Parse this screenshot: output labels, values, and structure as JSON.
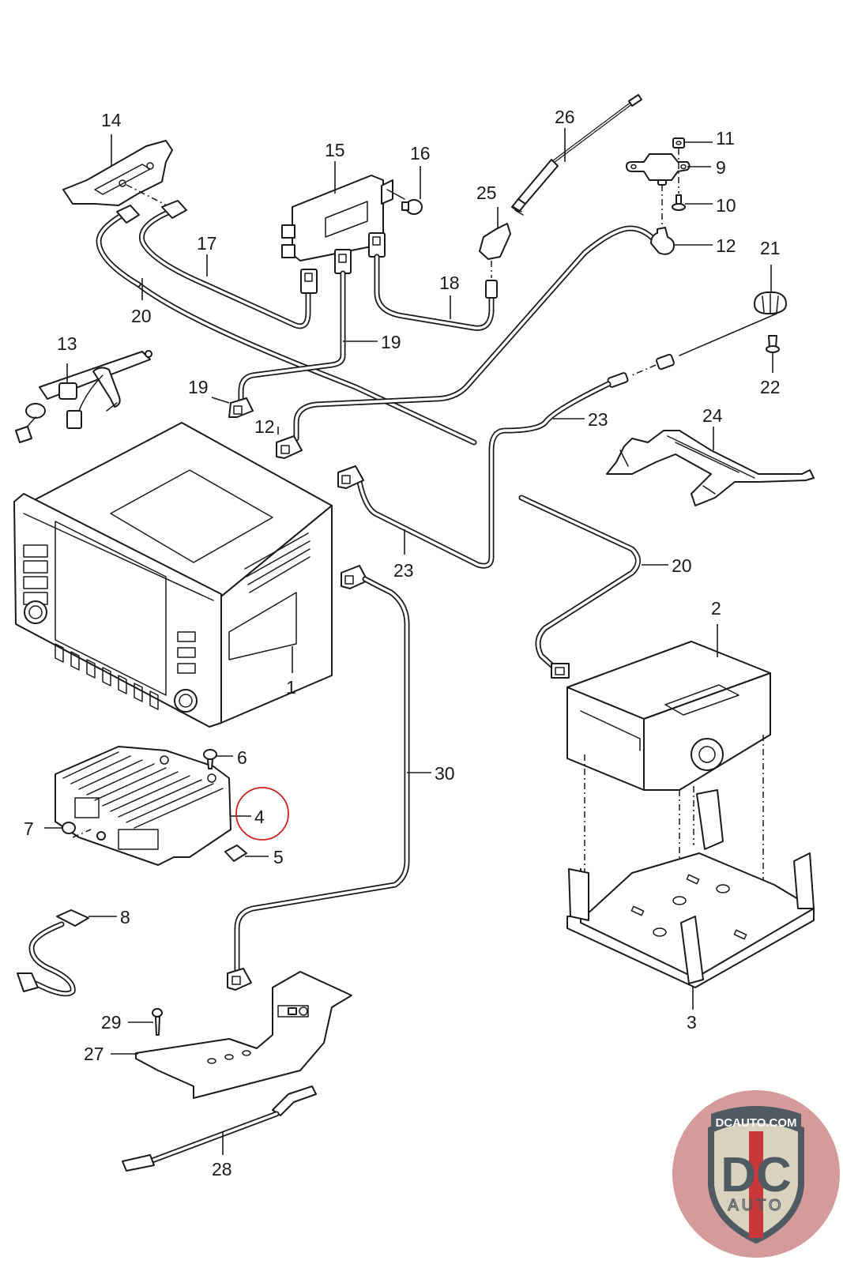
{
  "diagram": {
    "title": "",
    "description": "Exploded parts diagram: infotainment head unit, amplifier, antennas, cables and mounting brackets",
    "highlight_color": "#d11f1f",
    "highlighted_callout": "4",
    "callouts": [
      {
        "id": "1",
        "label": "1",
        "part": "head-unit"
      },
      {
        "id": "2",
        "label": "2",
        "part": "cd-changer-module"
      },
      {
        "id": "3",
        "label": "3",
        "part": "module-mounting-tray"
      },
      {
        "id": "4",
        "label": "4",
        "part": "amplifier",
        "highlighted": true
      },
      {
        "id": "5",
        "label": "5",
        "part": "clip-nut"
      },
      {
        "id": "6",
        "label": "6",
        "part": "bolt"
      },
      {
        "id": "7",
        "label": "7",
        "part": "nut"
      },
      {
        "id": "8",
        "label": "8",
        "part": "adapter-cable"
      },
      {
        "id": "9",
        "label": "9",
        "part": "antenna-module"
      },
      {
        "id": "10",
        "label": "10",
        "part": "screw"
      },
      {
        "id": "11",
        "label": "11",
        "part": "speed-nut"
      },
      {
        "id": "12",
        "label": "12",
        "part": "antenna-connector"
      },
      {
        "id": "13",
        "label": "13",
        "part": "antenna-wiring-harness"
      },
      {
        "id": "14",
        "label": "14",
        "part": "antenna-amplifier-bracket"
      },
      {
        "id": "15",
        "label": "15",
        "part": "control-unit-bracket"
      },
      {
        "id": "16",
        "label": "16",
        "part": "expanding-rivet"
      },
      {
        "id": "17",
        "label": "17",
        "part": "antenna-cable"
      },
      {
        "id": "18",
        "label": "18",
        "part": "antenna-cable"
      },
      {
        "id": "19",
        "label": "19",
        "part": "antenna-cable"
      },
      {
        "id": "20",
        "label": "20",
        "part": "antenna-cable"
      },
      {
        "id": "21",
        "label": "21",
        "part": "gps-antenna"
      },
      {
        "id": "22",
        "label": "22",
        "part": "screw"
      },
      {
        "id": "23",
        "label": "23",
        "part": "gps-antenna-cable"
      },
      {
        "id": "24",
        "label": "24",
        "part": "antenna-bracket"
      },
      {
        "id": "25",
        "label": "25",
        "part": "antenna-base"
      },
      {
        "id": "26",
        "label": "26",
        "part": "antenna-mast"
      },
      {
        "id": "27",
        "label": "27",
        "part": "mounting-plate"
      },
      {
        "id": "28",
        "label": "28",
        "part": "connection-cable"
      },
      {
        "id": "29",
        "label": "29",
        "part": "bolt"
      },
      {
        "id": "30",
        "label": "30",
        "part": "fiber-optic-cable"
      }
    ]
  },
  "watermark": {
    "site": "DCAUTO.COM",
    "letters": "DC",
    "subtext": "AUTO",
    "colors": {
      "circle": "#cc8a88",
      "shield_fill": "#d9d3bd",
      "shield_border": "#4f5a63",
      "stripe": "#c8383a",
      "letters": "#4f5a63"
    }
  }
}
